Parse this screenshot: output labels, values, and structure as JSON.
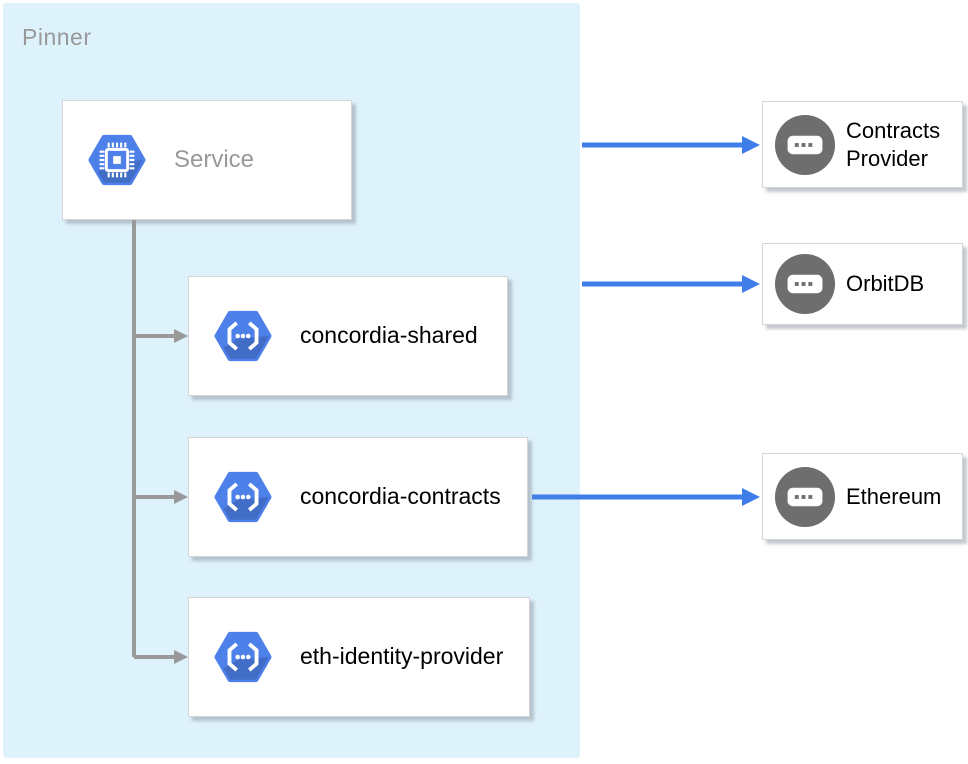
{
  "zone": {
    "label": "Pinner"
  },
  "nodes": {
    "service": {
      "label": "Service",
      "icon": "compute-engine-hexagon-chip-icon"
    },
    "concordia_shared": {
      "label": "concordia-shared",
      "icon": "cloud-functions-hexagon-icon"
    },
    "concordia_contracts": {
      "label": "concordia-contracts",
      "icon": "cloud-functions-hexagon-icon"
    },
    "eth_identity_provider": {
      "label": "eth-identity-provider",
      "icon": "cloud-functions-hexagon-icon"
    },
    "contracts_provider": {
      "label": "Contracts Provider",
      "icon": "application-circle-dots-icon"
    },
    "orbitdb": {
      "label": "OrbitDB",
      "icon": "application-circle-dots-icon"
    },
    "ethereum": {
      "label": "Ethereum",
      "icon": "application-circle-dots-icon"
    }
  },
  "edges": [
    {
      "from": "service",
      "to": "concordia-shared",
      "style": "gray-tree-arrow"
    },
    {
      "from": "service",
      "to": "concordia-contracts",
      "style": "gray-tree-arrow"
    },
    {
      "from": "service",
      "to": "eth-identity-provider",
      "style": "gray-tree-arrow"
    },
    {
      "from": "pinner-zone",
      "to": "contracts-provider",
      "style": "blue-arrow"
    },
    {
      "from": "pinner-zone",
      "to": "orbitdb",
      "style": "blue-arrow"
    },
    {
      "from": "concordia-contracts",
      "to": "ethereum",
      "style": "blue-arrow"
    }
  ],
  "colors": {
    "zone_fill": "#def2fc",
    "arrow_blue": "#3f7de8",
    "tree_gray": "#999999",
    "hex_blue": "#4e80e9",
    "circle_gray": "#6e6e6e",
    "node_border": "#d5d5d5",
    "muted_text": "#999999",
    "node_text": "#000000"
  }
}
